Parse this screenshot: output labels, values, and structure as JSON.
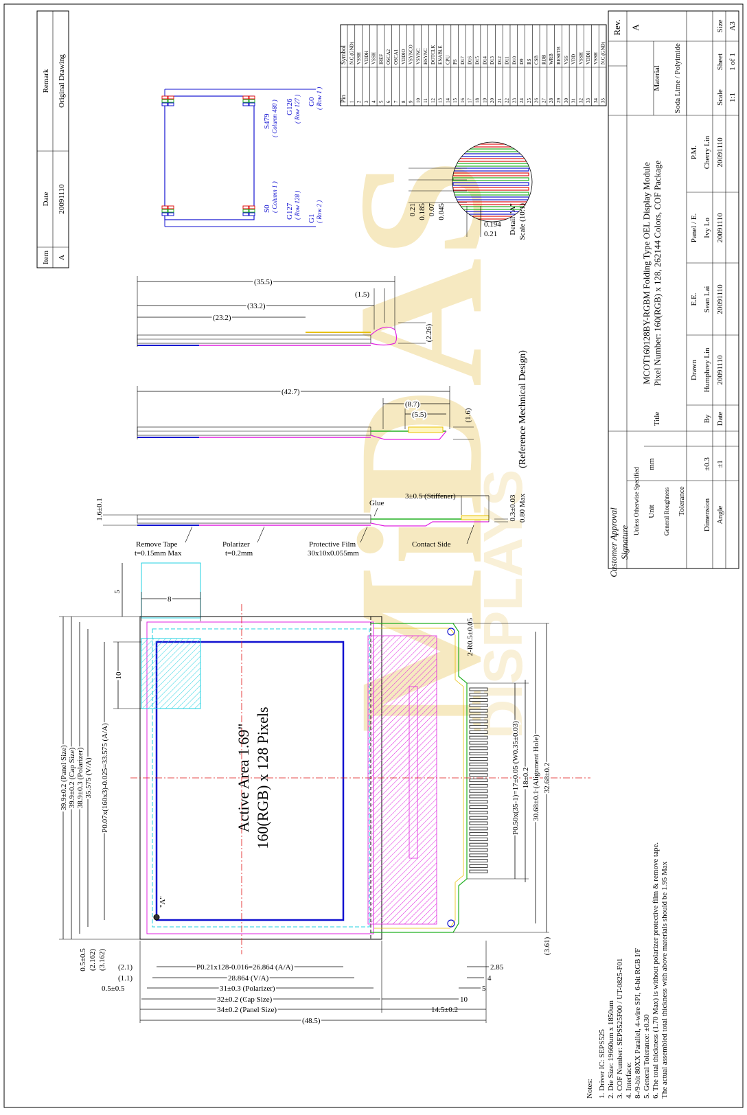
{
  "revision_table": {
    "headers": {
      "item": "Item",
      "date": "Date",
      "remark": "Remark"
    },
    "rows": [
      {
        "item": "A",
        "date": "20091110",
        "remark": "Original Drawing"
      }
    ]
  },
  "title_block": {
    "rev_label": "Rev.",
    "rev_value": "A",
    "material_label": "Material",
    "material_value": "Soda Lime / Polyimide",
    "size_label": "Size",
    "size_value": "A3",
    "sheet_label": "Sheet",
    "sheet_value": "1 of 1",
    "scale_label": "Scale",
    "scale_value": "1:1",
    "title_label": "Title",
    "title_line1": "MCOT160128BY-RGBM  Folding Type OEL Display Module",
    "title_line2": "Pixel Number: 160(RGB) x 128, 262144 Colors, COF Package",
    "roles": [
      "Drawn",
      "E.E.",
      "Panel / E.",
      "P.M."
    ],
    "names": [
      "Humphrey Lin",
      "Sean Lai",
      "Ivy Lo",
      "Cherry Lin"
    ],
    "dates": [
      "20091110",
      "20091110",
      "20091110",
      "20091110"
    ],
    "by_label": "By",
    "date_label": "Date",
    "unless_specified": "Unless Otherwise Specified",
    "unit_label": "Unit",
    "unit_value": "mm",
    "roughness_label": "General Roughness",
    "tolerance_label": "Tolerance",
    "dimension_label": "Dimension",
    "dimension_tol": "±0.3",
    "angle_label": "Angle",
    "angle_tol": "±1",
    "customer_approval": "Customer Approval",
    "signature": "Signature"
  },
  "pin_table": {
    "pin_header": "Pin",
    "symbol_header": "Symbol",
    "symbols": [
      "N.C.(GND)",
      "VSSH",
      "VDDH",
      "VSSH",
      "IREF",
      "OSCA2",
      "OSCA1",
      "VDDIO",
      "VSYNCO",
      "VSYNC",
      "HSYNC",
      "DOTCLK",
      "ENABLE",
      "CPU",
      "PS",
      "D17",
      "D16",
      "D15",
      "D14",
      "D13",
      "D12",
      "D11",
      "D10",
      "D9",
      "RS",
      "CSB",
      "RDB",
      "WRB",
      "RESETB",
      "VSS",
      "VDD",
      "VSSH",
      "VDDH",
      "VSSH",
      "N.C.(GND)"
    ]
  },
  "row_col_labels": {
    "s479": "S479",
    "col480": "( Column 480 )",
    "g126": "G126",
    "row127": "( Row 127 )",
    "g0": "G0",
    "row1": "( Row 1 )",
    "s0": "S0",
    "col1": "( Column 1 )",
    "g127": "G127",
    "row128": "( Row 128 )",
    "g1": "G1",
    "row2": "( Row 2 )"
  },
  "detail": {
    "label": "Detail \"A\"",
    "scale": "Scale (10:1)",
    "dims": [
      "0.21",
      "0.185",
      "0.07",
      "0.045",
      "0.194",
      "0.21"
    ]
  },
  "side_views": {
    "view1_dims": [
      "(35.5)",
      "(33.2)",
      "(23.2)",
      "(1.5)",
      "(2.26)"
    ],
    "view2_dims": [
      "(42.7)",
      "(8.7)",
      "(5.5)",
      "(1.6)"
    ],
    "reference": "(Reference Mechnical Design)",
    "view3_dims": [
      "1.6±0.1",
      "3±0.5 (Stiffener)",
      "0.3±0.03",
      "0.80 Max"
    ],
    "glue": "Glue",
    "remove_tape": "Remove Tape",
    "remove_tape2": "t=0.15mm Max",
    "polarizer": "Polarizer",
    "polarizer2": "t=0.2mm",
    "protective_film": "Protective Film",
    "protective_film2": "30x10x0.055mm",
    "contact_side": "Contact Side"
  },
  "front_view": {
    "active_area1": "Active Area 1.69\"",
    "active_area2": "160(RGB) x 128 Pixels",
    "detail_ref": "\"A\"",
    "dim_8": "8",
    "dim_5": "5",
    "dim_10": "10",
    "left_dims": [
      "39.9±0.2 (Panel Size)",
      "39.9±0.2 (Cap Size)",
      "38.9±0.3 (Polarizer)",
      "35.575 (V/A)",
      "P0.07x(160x3)-0.025=33.575 (A/A)"
    ],
    "left_small": [
      "0.5±0.5",
      "(2.162)",
      "(3.162)"
    ],
    "bottom_dims": [
      "P0.21x128-0.016=26.864 (A/A)",
      "28.864 (V/A)",
      "31±0.3 (Polarizer)",
      "32±0.2 (Cap Size)",
      "34±0.2 (Panel Size)",
      "(48.5)"
    ],
    "bottom_small": [
      "(2.1)",
      "(1.1)",
      "0.5±0.5"
    ],
    "right_bottom": [
      "2.85",
      "4",
      "5",
      "10",
      "14.5±0.2"
    ],
    "hole_label": "2-R0.5±0.05",
    "right_dims": [
      "P0.50x(35-1)=17±0.05 (W0.35±0.03)",
      "18±0.2",
      "30.68±0.1 (Alignment Hole)",
      "32.68±0.2",
      "(3.61)"
    ]
  },
  "notes": {
    "title": "Notes:",
    "lines": [
      "1. Driver IC: SEPS525",
      "2. Die Size: 19660um x 1850um",
      "3. COF Number: SEPS525F00 / UT-0825-F01",
      "4. Interface:",
      "    8-/9-bit 80XX Parallel, 4-wire SPI, 6-bit RGB I/F",
      "5. General Tolerance: ±0.30",
      "6. The total thickness (1.70 Max) is without polarizer protective film & remove tape.",
      "    The actual assembled total thickness with above materials should be 1.95 Max"
    ]
  },
  "watermark": {
    "line1": "MiDAS",
    "line2": "DISPLAYS"
  },
  "colors": {
    "magenta": "#e020e0",
    "cyan": "#20d0e0",
    "blue": "#1010d0",
    "green": "#20b020",
    "red": "#e01010",
    "yellow": "#e8c000",
    "watermark": "#f0d890"
  }
}
